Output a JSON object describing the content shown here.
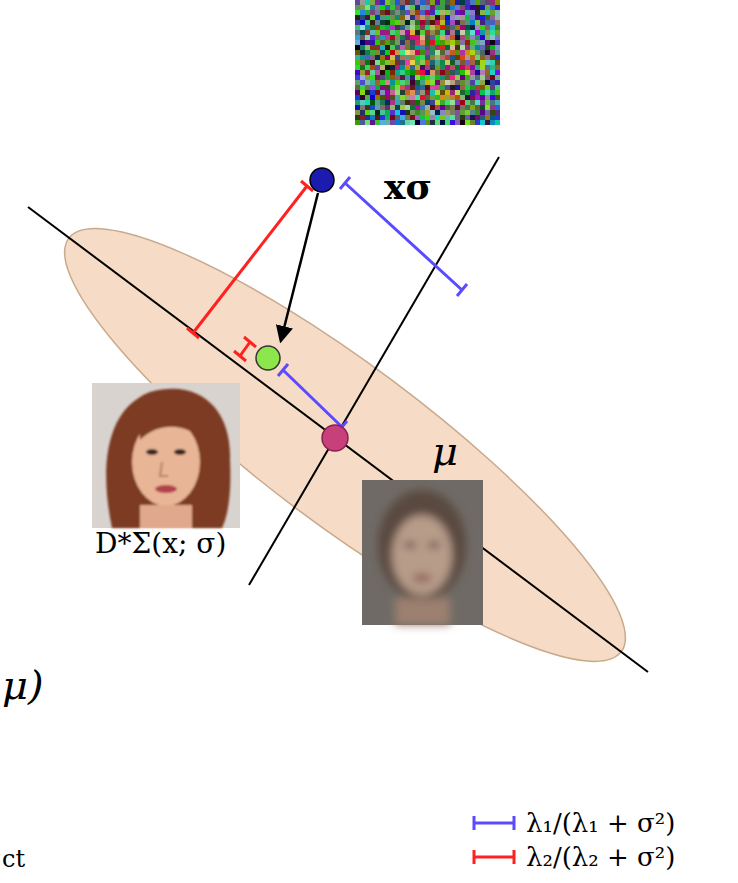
{
  "diagram": {
    "labels": [
      "xσ",
      "μ",
      "D*Σ(x; σ)",
      "μ)",
      "ct"
    ],
    "legend": [
      {
        "text": "λ₁/(λ₁ + σ²)"
      },
      {
        "text": "λ₂/(λ₂ + σ²)"
      }
    ]
  }
}
